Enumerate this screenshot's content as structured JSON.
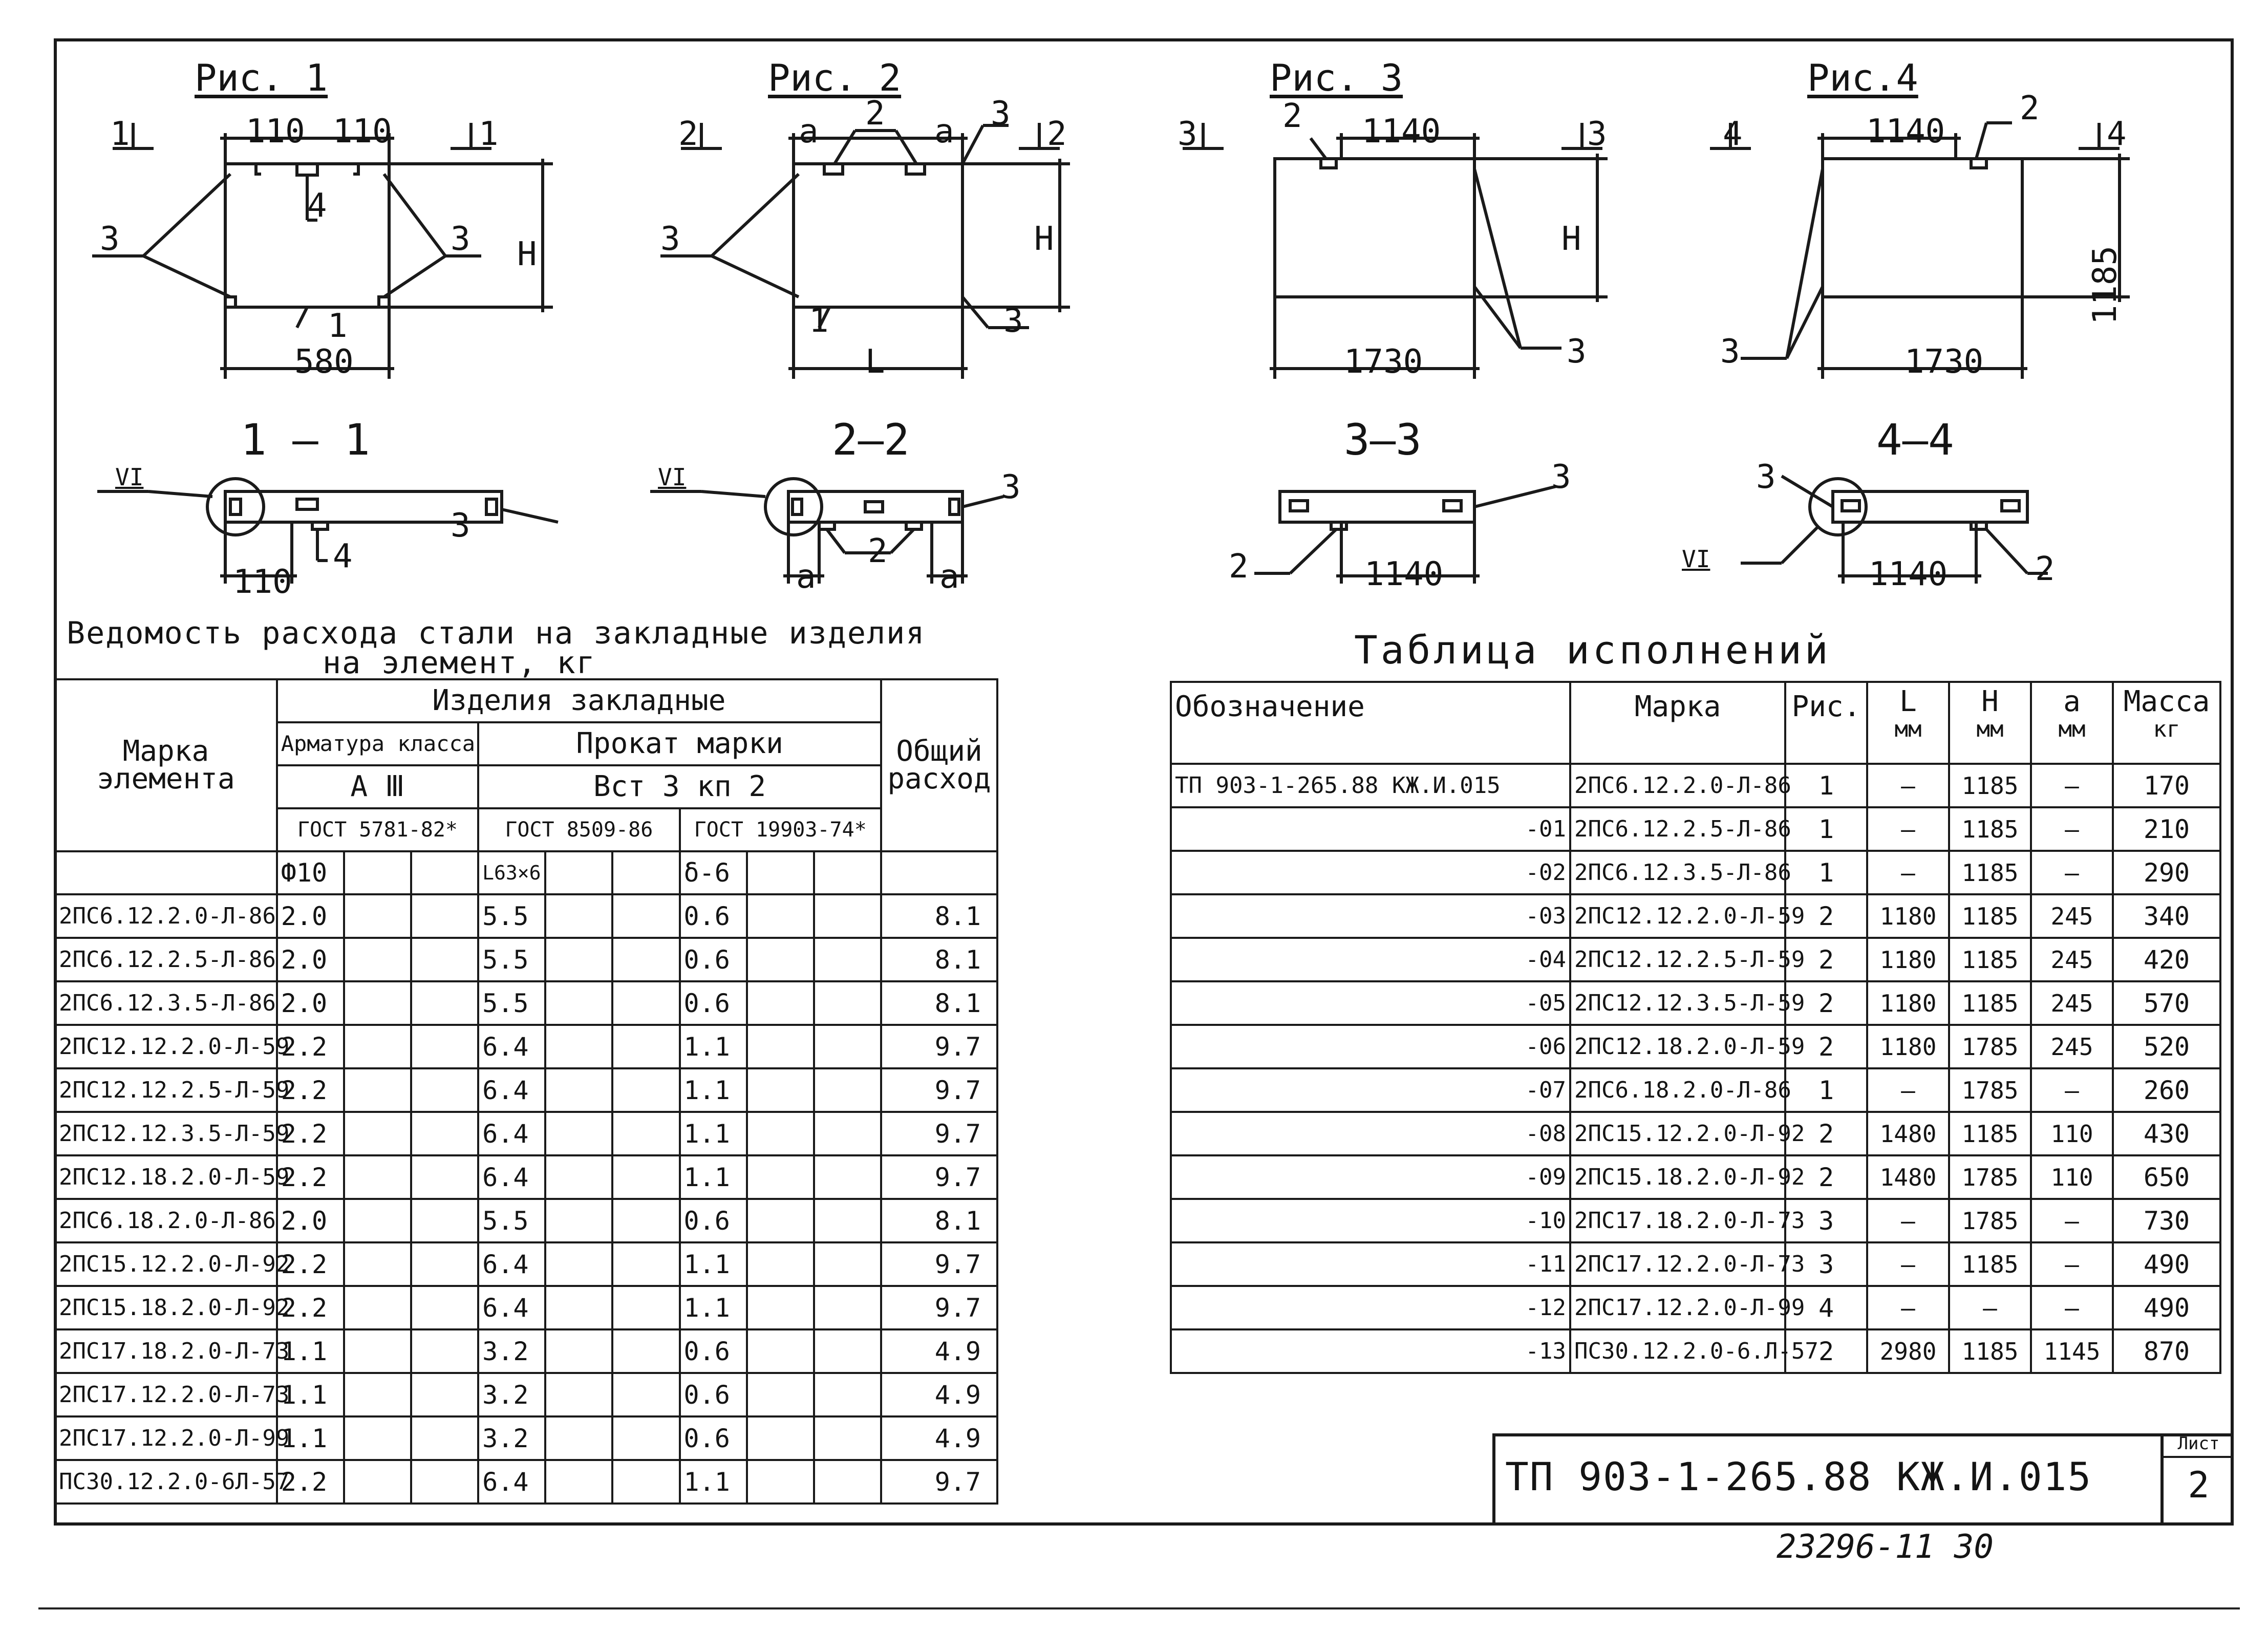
{
  "figures": {
    "fig1": {
      "title": "Рис. 1",
      "section": "1 — 1",
      "dims": [
        "110",
        "110",
        "580",
        "H",
        "110"
      ],
      "callouts": [
        "1",
        "1",
        "3",
        "3",
        "4",
        "1",
        "VI",
        "3",
        "4"
      ]
    },
    "fig2": {
      "title": "Рис. 2",
      "section": "2—2",
      "dims": [
        "a",
        "a",
        "H",
        "L",
        "a",
        "a"
      ],
      "callouts": [
        "2",
        "2",
        "2",
        "3",
        "3",
        "1",
        "3",
        "VI",
        "3",
        "2"
      ]
    },
    "fig3": {
      "title": "Рис. 3",
      "section": "3—3",
      "dims": [
        "1140",
        "H",
        "1730",
        "1140"
      ],
      "callouts": [
        "3",
        "3",
        "2",
        "3",
        "3",
        "2"
      ]
    },
    "fig4": {
      "title": "Рис.4",
      "section": "4—4",
      "dims": [
        "1140",
        "1185",
        "1730",
        "1140"
      ],
      "callouts": [
        "4",
        "4",
        "2",
        "3",
        "3",
        "VI",
        "2"
      ]
    }
  },
  "steel_sheet": {
    "title_line1": "Ведомость расхода стали на закладные изделия",
    "title_line2": "на элемент, кг",
    "headers": {
      "mark": "Марка элемента",
      "group": "Изделия закладные",
      "rebar": "Арматура класса",
      "rebar_class": "А Ⅲ",
      "rolled": "Прокат марки",
      "rolled_grade": "Вст 3 кп 2",
      "total": "Общий расход",
      "gost1": "ГОСТ 5781-82*",
      "gost2": "ГОСТ 8509-86",
      "gost3": "ГОСТ 19903-74*",
      "d1": "Ф10",
      "d2": "L63×6",
      "d3": "δ-6"
    },
    "rows": [
      {
        "mark": "2ПС6.12.2.0-Л-86",
        "a": "2.0",
        "b": "5.5",
        "c": "0.6",
        "t": "8.1"
      },
      {
        "mark": "2ПС6.12.2.5-Л-86",
        "a": "2.0",
        "b": "5.5",
        "c": "0.6",
        "t": "8.1"
      },
      {
        "mark": "2ПС6.12.3.5-Л-86",
        "a": "2.0",
        "b": "5.5",
        "c": "0.6",
        "t": "8.1"
      },
      {
        "mark": "2ПС12.12.2.0-Л-59",
        "a": "2.2",
        "b": "6.4",
        "c": "1.1",
        "t": "9.7"
      },
      {
        "mark": "2ПС12.12.2.5-Л-59",
        "a": "2.2",
        "b": "6.4",
        "c": "1.1",
        "t": "9.7"
      },
      {
        "mark": "2ПС12.12.3.5-Л-59",
        "a": "2.2",
        "b": "6.4",
        "c": "1.1",
        "t": "9.7"
      },
      {
        "mark": "2ПС12.18.2.0-Л-59",
        "a": "2.2",
        "b": "6.4",
        "c": "1.1",
        "t": "9.7"
      },
      {
        "mark": "2ПС6.18.2.0-Л-86",
        "a": "2.0",
        "b": "5.5",
        "c": "0.6",
        "t": "8.1"
      },
      {
        "mark": "2ПС15.12.2.0-Л-92",
        "a": "2.2",
        "b": "6.4",
        "c": "1.1",
        "t": "9.7"
      },
      {
        "mark": "2ПС15.18.2.0-Л-92",
        "a": "2.2",
        "b": "6.4",
        "c": "1.1",
        "t": "9.7"
      },
      {
        "mark": "2ПС17.18.2.0-Л-73",
        "a": "1.1",
        "b": "3.2",
        "c": "0.6",
        "t": "4.9"
      },
      {
        "mark": "2ПС17.12.2.0-Л-73",
        "a": "1.1",
        "b": "3.2",
        "c": "0.6",
        "t": "4.9"
      },
      {
        "mark": "2ПС17.12.2.0-Л-99",
        "a": "1.1",
        "b": "3.2",
        "c": "0.6",
        "t": "4.9"
      },
      {
        "mark": "ПС30.12.2.0-6Л-57",
        "a": "2.2",
        "b": "6.4",
        "c": "1.1",
        "t": "9.7"
      }
    ]
  },
  "variants": {
    "title": "Таблица исполнений",
    "headers": {
      "designation": "Обозначение",
      "mark": "Марка",
      "fig": "Рис.",
      "L": "L",
      "H": "H",
      "a": "a",
      "mm": "мм",
      "mass": "Масса",
      "kg": "кг"
    },
    "rows": [
      {
        "d": "ТП 903-1-265.88  КЖ.И.015",
        "m": "2ПС6.12.2.0-Л-86",
        "f": "1",
        "L": "—",
        "H": "1185",
        "a": "—",
        "w": "170"
      },
      {
        "d": "-01",
        "m": "2ПС6.12.2.5-Л-86",
        "f": "1",
        "L": "—",
        "H": "1185",
        "a": "—",
        "w": "210"
      },
      {
        "d": "-02",
        "m": "2ПС6.12.3.5-Л-86",
        "f": "1",
        "L": "—",
        "H": "1185",
        "a": "—",
        "w": "290"
      },
      {
        "d": "-03",
        "m": "2ПС12.12.2.0-Л-59",
        "f": "2",
        "L": "1180",
        "H": "1185",
        "a": "245",
        "w": "340"
      },
      {
        "d": "-04",
        "m": "2ПС12.12.2.5-Л-59",
        "f": "2",
        "L": "1180",
        "H": "1185",
        "a": "245",
        "w": "420"
      },
      {
        "d": "-05",
        "m": "2ПС12.12.3.5-Л-59",
        "f": "2",
        "L": "1180",
        "H": "1185",
        "a": "245",
        "w": "570"
      },
      {
        "d": "-06",
        "m": "2ПС12.18.2.0-Л-59",
        "f": "2",
        "L": "1180",
        "H": "1785",
        "a": "245",
        "w": "520"
      },
      {
        "d": "-07",
        "m": "2ПС6.18.2.0-Л-86",
        "f": "1",
        "L": "—",
        "H": "1785",
        "a": "—",
        "w": "260"
      },
      {
        "d": "-08",
        "m": "2ПС15.12.2.0-Л-92",
        "f": "2",
        "L": "1480",
        "H": "1185",
        "a": "110",
        "w": "430"
      },
      {
        "d": "-09",
        "m": "2ПС15.18.2.0-Л-92",
        "f": "2",
        "L": "1480",
        "H": "1785",
        "a": "110",
        "w": "650"
      },
      {
        "d": "-10",
        "m": "2ПС17.18.2.0-Л-73",
        "f": "3",
        "L": "—",
        "H": "1785",
        "a": "—",
        "w": "730"
      },
      {
        "d": "-11",
        "m": "2ПС17.12.2.0-Л-73",
        "f": "3",
        "L": "—",
        "H": "1185",
        "a": "—",
        "w": "490"
      },
      {
        "d": "-12",
        "m": "2ПС17.12.2.0-Л-99",
        "f": "4",
        "L": "—",
        "H": "—",
        "a": "—",
        "w": "490"
      },
      {
        "d": "-13",
        "m": "ПС30.12.2.0-6.Л-57",
        "f": "2",
        "L": "2980",
        "H": "1185",
        "a": "1145",
        "w": "870"
      }
    ]
  },
  "stamp": {
    "code": "ТП 903-1-265.88   КЖ.И.015",
    "sheet_label": "Лист",
    "sheet": "2"
  },
  "archive_no": "23296-11   30"
}
